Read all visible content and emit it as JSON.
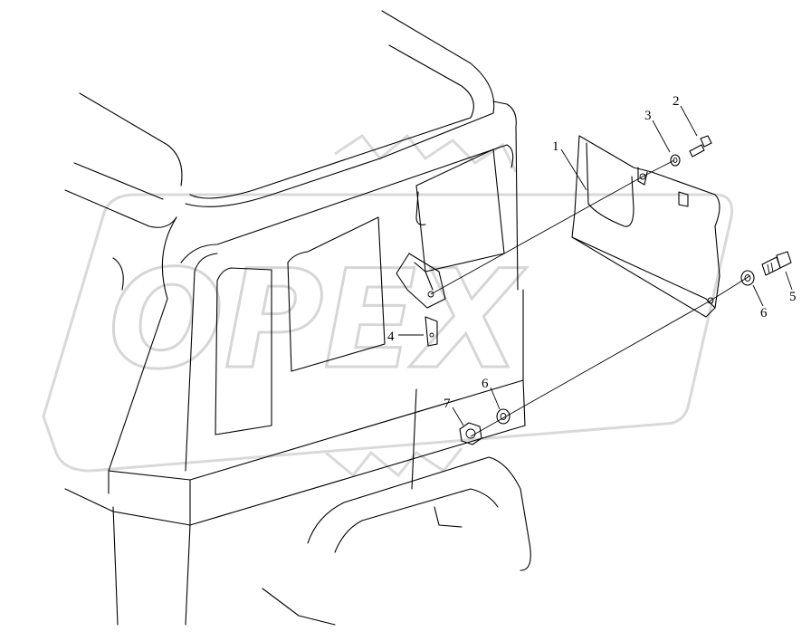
{
  "diagram": {
    "watermark": "OPEX",
    "corner_mark": "",
    "callouts": [
      {
        "id": "1",
        "label": "1"
      },
      {
        "id": "2",
        "label": "2"
      },
      {
        "id": "3",
        "label": "3"
      },
      {
        "id": "4",
        "label": "4"
      },
      {
        "id": "5",
        "label": "5"
      },
      {
        "id": "6a",
        "label": "6"
      },
      {
        "id": "6b",
        "label": "6"
      },
      {
        "id": "7",
        "label": "7"
      }
    ]
  }
}
